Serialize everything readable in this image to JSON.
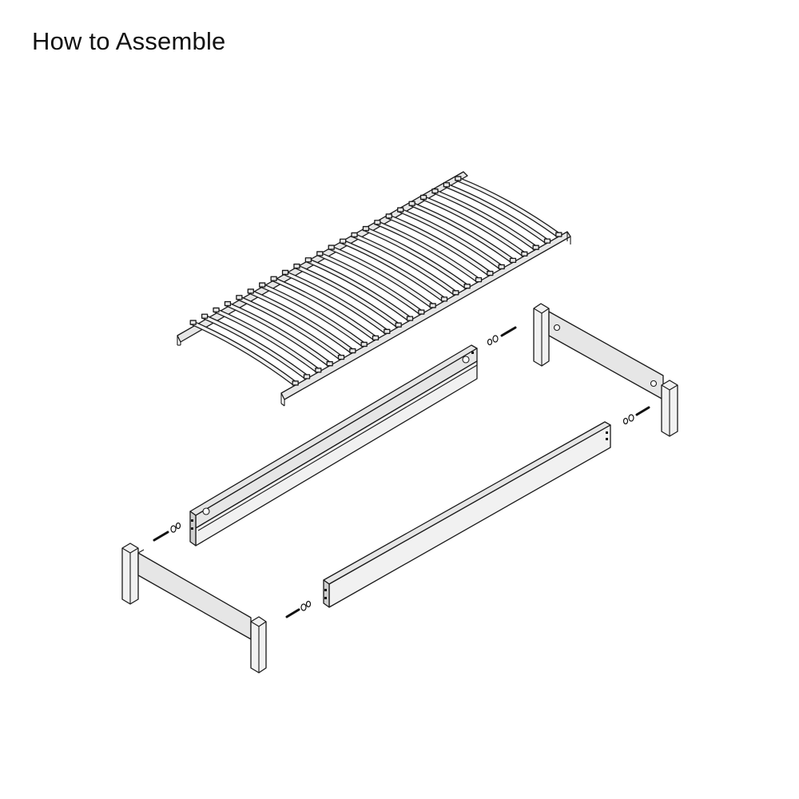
{
  "page": {
    "title": "How to Assemble"
  },
  "parts": {
    "slatted_base": {
      "slat_count": 24
    },
    "bolt_sets": 4
  },
  "colors": {
    "wood": "#e6e6e6",
    "outline": "#1a1a1a",
    "background": "#ffffff"
  }
}
